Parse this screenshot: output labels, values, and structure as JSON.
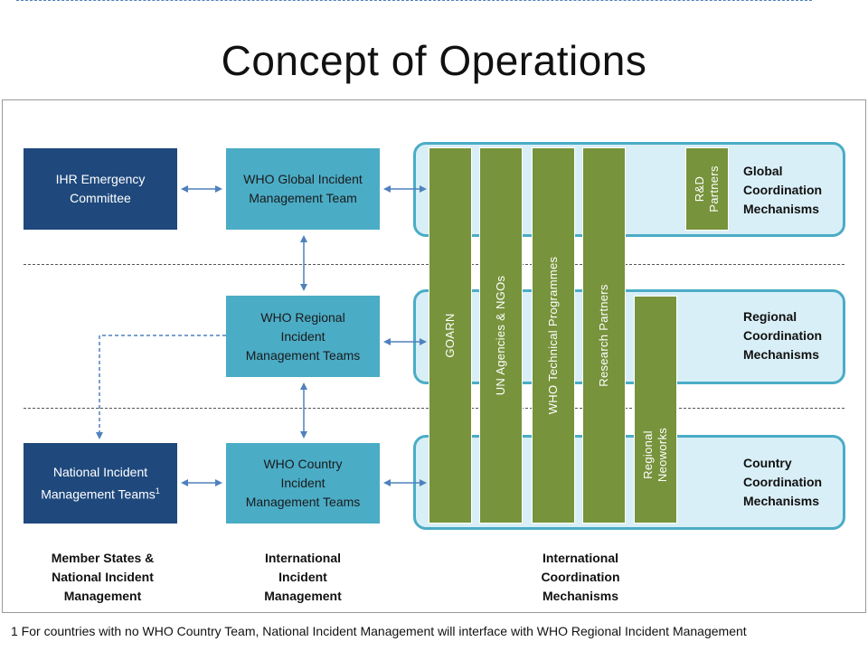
{
  "title": "Concept of Operations",
  "boxes": {
    "ihr": [
      "IHR Emergency",
      "Committee"
    ],
    "global_imt": [
      "WHO Global Incident",
      "Management  Team"
    ],
    "regional_imt": [
      "WHO Regional",
      "Incident",
      "Management  Teams"
    ],
    "national_imt": [
      "National Incident",
      "Management  Teams"
    ],
    "national_sup": "1",
    "country_imt": [
      "WHO Country",
      "Incident",
      "Management  Teams"
    ]
  },
  "bars": {
    "goarn": "GOARN",
    "un": "UN Agencies  & NGOs",
    "who_tech": "WHO Technical  Programmes",
    "research": "Research  Partners",
    "rd": [
      "R&D",
      "Partners"
    ],
    "regional_networks": [
      "Regional",
      "Neoworks"
    ]
  },
  "mechanisms": {
    "global": [
      "Global",
      "Coordination",
      "Mechanisms"
    ],
    "regional": [
      "Regional",
      "Coordination",
      "Mechanisms"
    ],
    "country": [
      "Country",
      "Coordination",
      "Mechanisms"
    ]
  },
  "footer_labels": {
    "member_states": [
      "Member States &",
      "National  Incident",
      "Management"
    ],
    "international_incident": [
      "International",
      "Incident",
      "Management"
    ],
    "international_coordination": [
      "International",
      "Coordination",
      "Mechanisms"
    ]
  },
  "footnote": "1 For countries with no WHO Country Team, National Incident Management will interface with WHO Regional Incident Management",
  "colors": {
    "dark_blue": "#1f497d",
    "light_blue": "#4bacc6",
    "green": "#77933c",
    "zone_fill": "#d9eff7",
    "arrow": "#4f81bd"
  }
}
